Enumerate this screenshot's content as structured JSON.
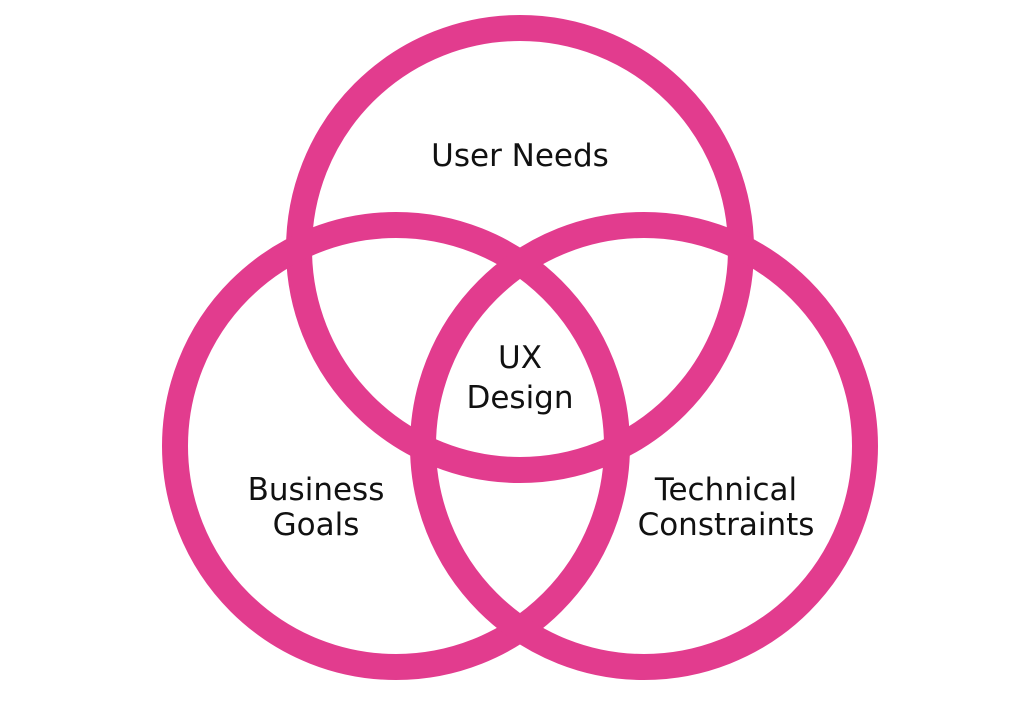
{
  "diagram": {
    "type": "venn",
    "ring_color": "#E23C8E",
    "text_color": "#111111",
    "sets": {
      "top": "User Needs",
      "left_line1": "Business",
      "left_line2": "Goals",
      "right_line1": "Technical",
      "right_line2": "Constraints"
    },
    "center_line1": "UX",
    "center_line2": "Design"
  }
}
